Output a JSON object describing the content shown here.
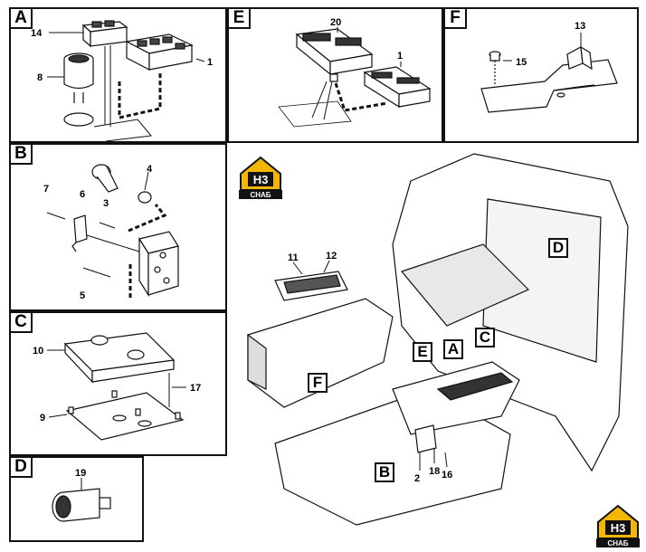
{
  "panels": {
    "A": {
      "label": "A",
      "numbers": [
        "14",
        "8",
        "1"
      ]
    },
    "B": {
      "label": "B",
      "numbers": [
        "4",
        "7",
        "6",
        "3",
        "5"
      ]
    },
    "C": {
      "label": "C",
      "numbers": [
        "10",
        "17",
        "9"
      ]
    },
    "D": {
      "label": "D",
      "numbers": [
        "19"
      ]
    },
    "E": {
      "label": "E",
      "numbers": [
        "20",
        "1"
      ]
    },
    "F": {
      "label": "F",
      "numbers": [
        "13",
        "15"
      ]
    }
  },
  "main": {
    "numbers": [
      "11",
      "12",
      "2",
      "18",
      "16"
    ],
    "callouts": [
      "D",
      "E",
      "A",
      "C",
      "F",
      "B"
    ]
  },
  "logo": {
    "top": "H3",
    "bottom": "CHAБ"
  },
  "colors": {
    "logo_accent": "#f2b705",
    "logo_dark": "#111111"
  }
}
